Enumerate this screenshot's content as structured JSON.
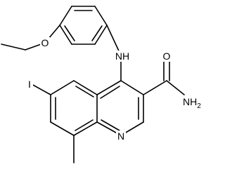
{
  "structure": {
    "atom_labels": {
      "methoxy_o": "O",
      "amine_nh": "NH",
      "iodine": "I",
      "amide_nh2": "NH",
      "amide_nh2_subscript": "2",
      "amide_o": "O",
      "ring_n": "N"
    }
  }
}
